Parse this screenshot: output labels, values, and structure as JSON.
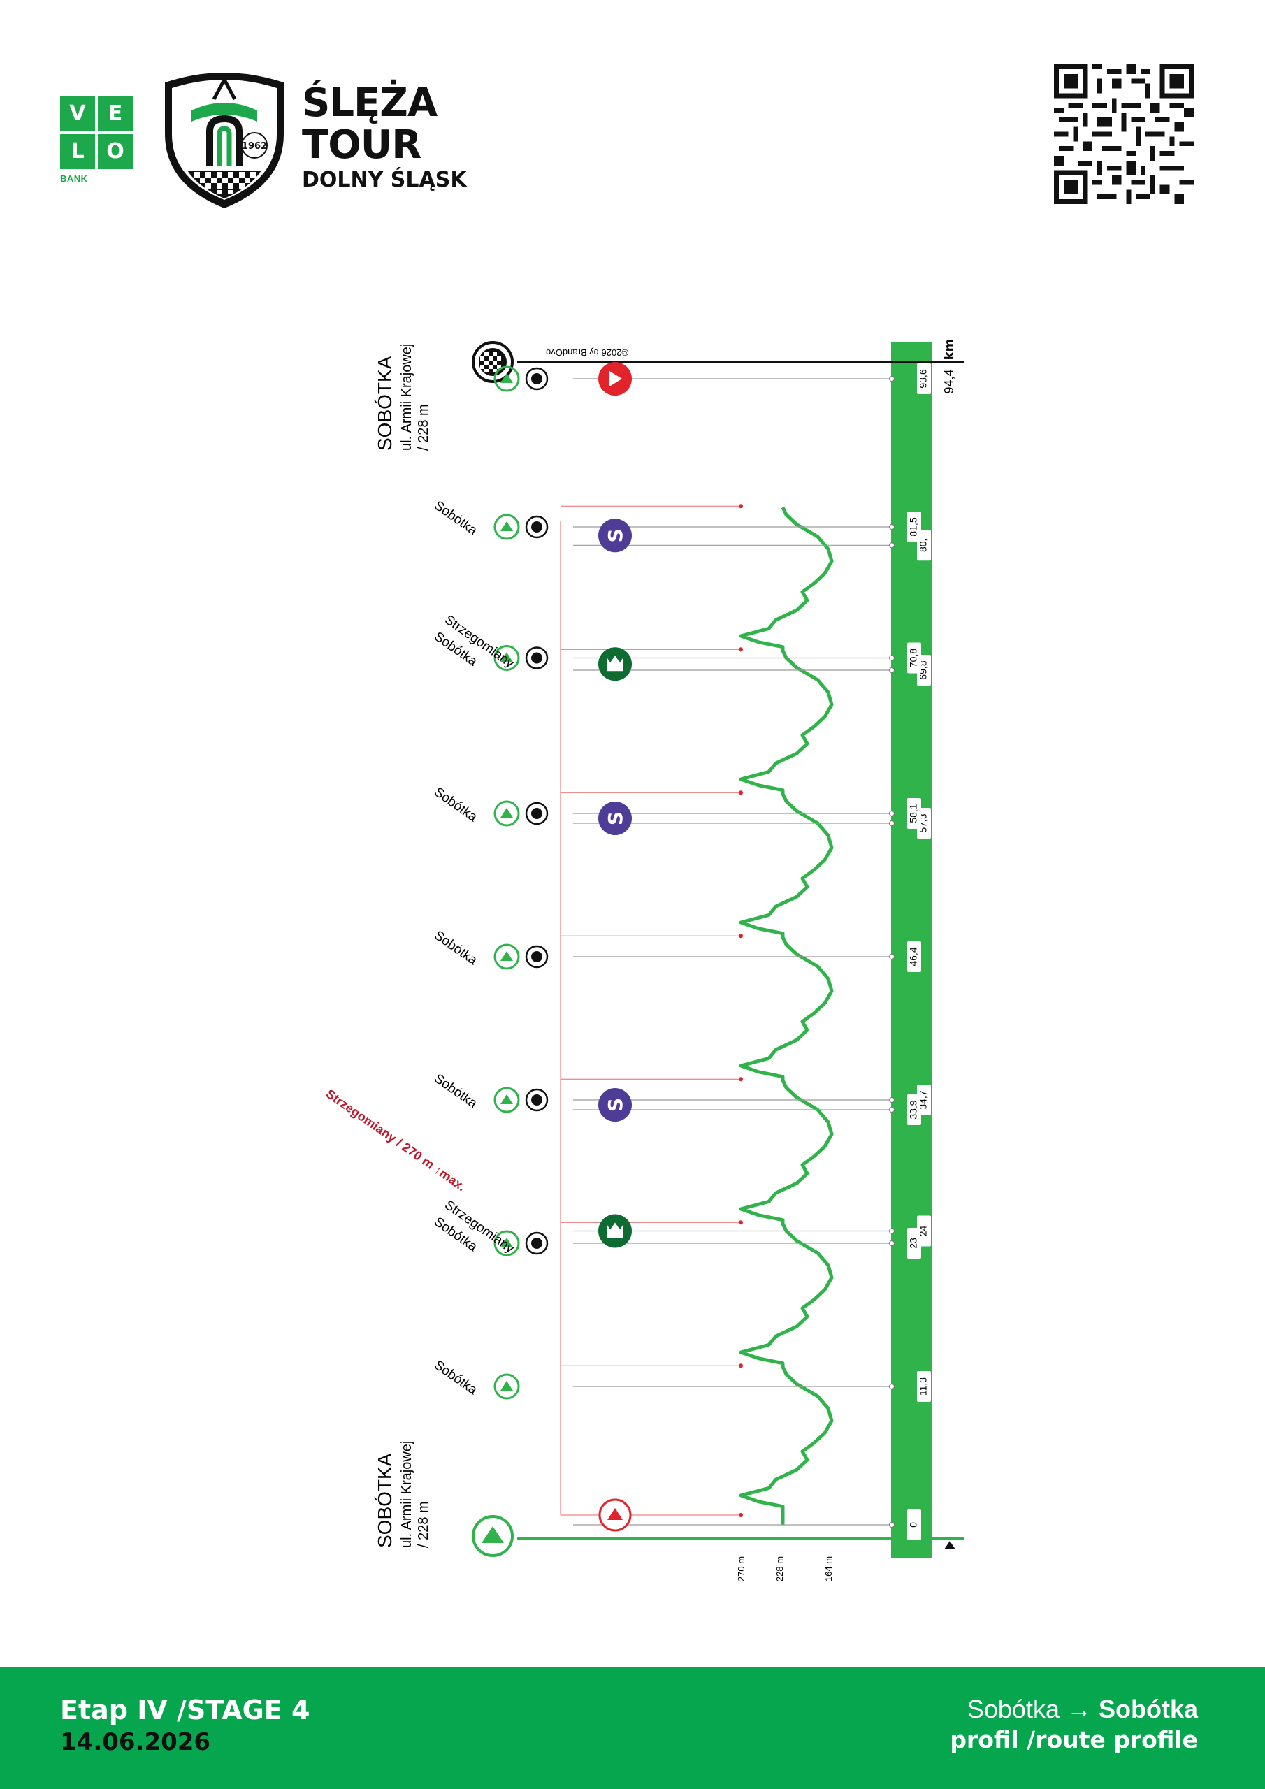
{
  "header": {
    "sponsor_logo": {
      "letters": [
        "V",
        "E",
        "L",
        "O"
      ],
      "sub": "BANK"
    },
    "race_logo": {
      "year": "1962",
      "line1": "ŚLĘŻA",
      "line2": "TOUR",
      "line3": "DOLNY ŚLĄSK"
    },
    "qr_code": {
      "icon": "qr-code-icon"
    }
  },
  "profile": {
    "start": {
      "town": "SOBÓTKA",
      "street": "ul. Armii Krajowej",
      "elevation": "/ 228 m"
    },
    "finish": {
      "town": "SOBÓTKA",
      "street": "ul. Armii Krajowej",
      "elevation": "/ 228 m"
    },
    "total_km": "94,4",
    "unit": "km",
    "copyright": "©2026 by BrandOvo",
    "max_note": "Strzegomiany / 270 m ↑max.",
    "elevation_axis": [
      "270 m",
      "228 m",
      "164 m"
    ],
    "km_markers": [
      "0",
      "11,3",
      "23",
      "24",
      "33,9",
      "34,7",
      "46,4",
      "57,3",
      "58,1",
      "69,8",
      "70,8",
      "80,",
      "81,5",
      "93,6"
    ],
    "place_labels": [
      "Sobótka",
      "Sobótka",
      "Sobótka",
      "Sobótka",
      "Sobótka",
      "Sobótka",
      "Sobótka",
      "Strzegomiany",
      "Sobótka"
    ],
    "sprint_letter": "S",
    "colors": {
      "green": "#2fb34a",
      "red": "#e2232b",
      "purple": "#4d3d97",
      "dark_green": "#0e6b32"
    }
  },
  "chart_data": {
    "type": "line",
    "title": "",
    "xlabel": "km",
    "ylabel": "",
    "x_range": [
      0,
      94.4
    ],
    "elevation_ticks_m": [
      270,
      228,
      164
    ],
    "laps": 7,
    "km_marks": [
      0,
      11.3,
      23,
      24,
      33.9,
      34.7,
      46.4,
      57.3,
      58.1,
      69.8,
      70.8,
      80,
      81.5,
      93.6,
      94.4
    ],
    "max_elevation_m": 270,
    "start_finish_elevation_m": 228
  },
  "footer": {
    "stage": "Etap IV /STAGE 4",
    "date": "14.06.2026",
    "route_from": "Sobótka →",
    "route_to": "Sobótka",
    "profile_label": "profil /route profile"
  }
}
